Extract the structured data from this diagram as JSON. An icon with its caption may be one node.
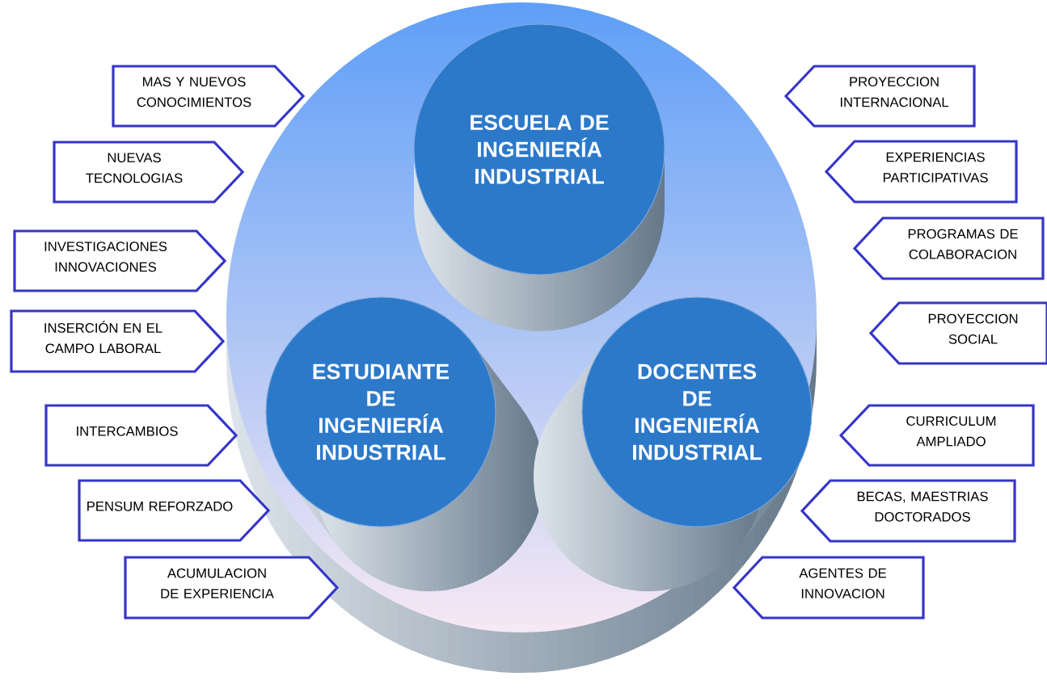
{
  "diagram": {
    "nodes": [
      {
        "text": [],
        "shape": "cylinder"
      },
      {
        "text": [
          "ESCUELA DE INGENIERÍA INDUSTRIAL"
        ],
        "in": 0
      },
      {
        "text": [
          "ESTUDIANTE DE INGENIERÍA INDUSTRIAL"
        ],
        "in": 0
      },
      {
        "text": [
          "DOCENTES DE INGENIERÍA INDUSTRIAL"
        ],
        "in": 0
      },
      {
        "text": [
          "MAS Y NUEVOS CONOCIMIENTOS"
        ]
      },
      {
        "text": [
          "NUEVAS TECNOLOGIAS"
        ]
      },
      {
        "text": [
          "INVESTIGACIONES INNOVACIONES"
        ]
      },
      {
        "text": [
          "INSERCIÓN EN EL CAMPO LABORAL"
        ]
      },
      {
        "text": [
          "INTERCAMBIOS"
        ]
      },
      {
        "text": [
          "PENSUM REFORZADO"
        ]
      },
      {
        "text": [
          "ACUMULACION DE EXPERIENCIA"
        ]
      },
      {
        "text": [
          "PROYECCION INTERNACIONAL"
        ]
      },
      {
        "text": [
          "EXPERIENCIAS PARTICIPATIVAS"
        ]
      },
      {
        "text": [
          "PROGRAMAS DE COLABORACION"
        ]
      },
      {
        "text": [
          "PROYECCION SOCIAL"
        ]
      },
      {
        "text": [
          "CURRICULUM AMPLIADO"
        ]
      },
      {
        "text": [
          "BECAS, MAESTRIAS DOCTORADOS"
        ]
      },
      {
        "text": [
          "AGENTES DE INNOVACION"
        ]
      }
    ],
    "edges": []
  }
}
